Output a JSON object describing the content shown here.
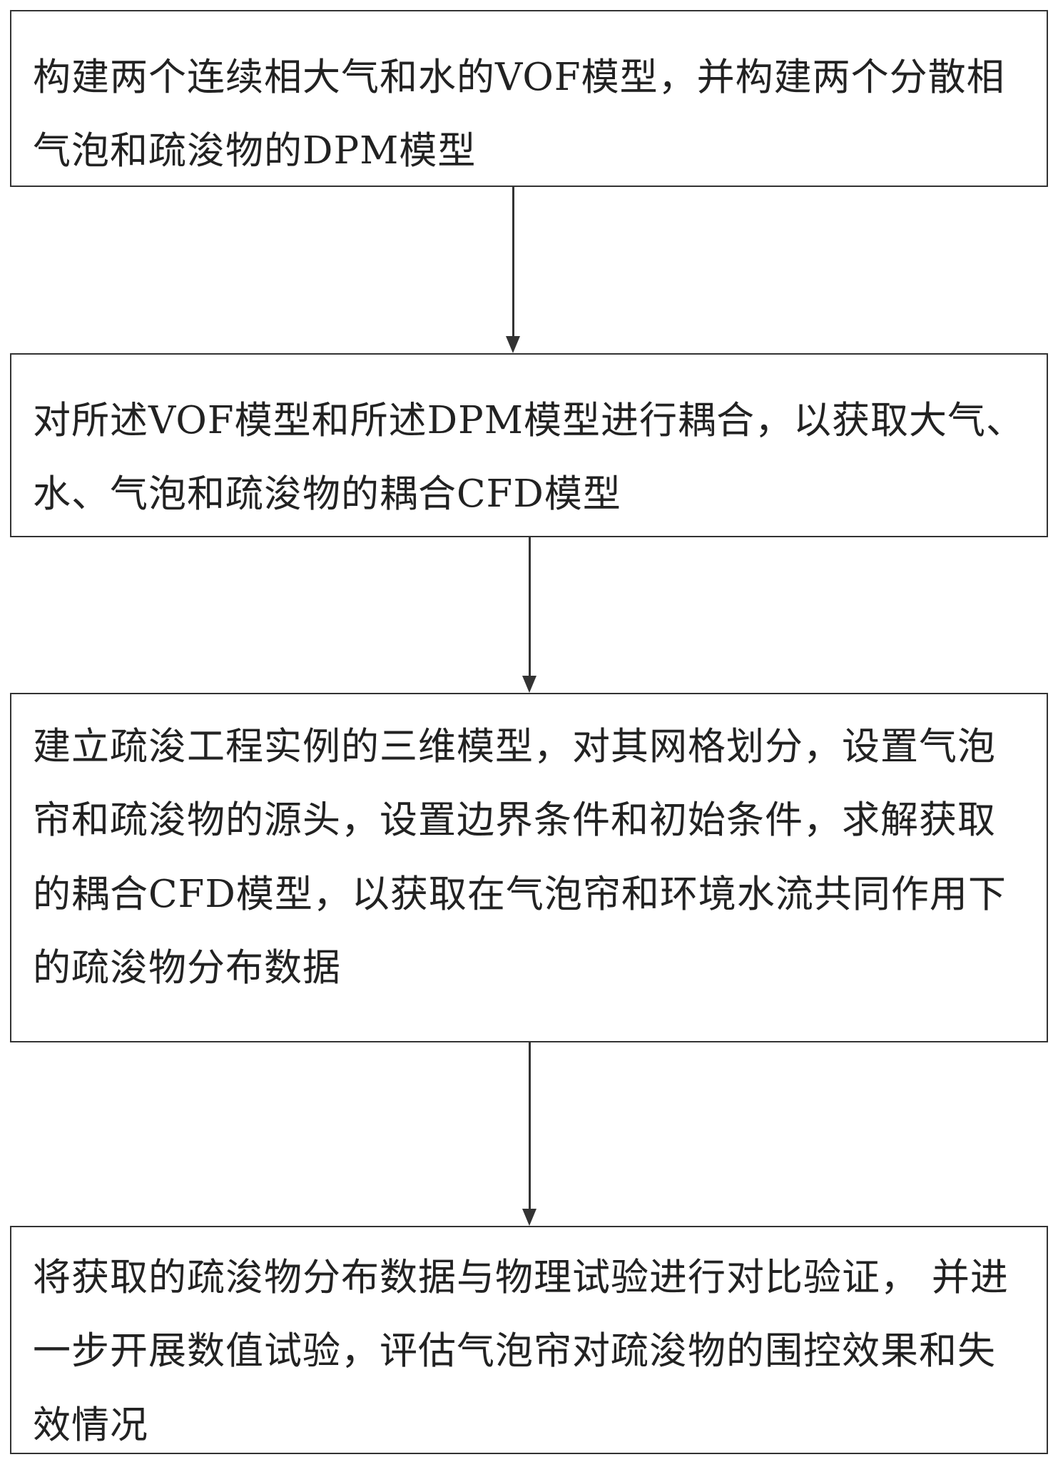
{
  "flowchart": {
    "steps": [
      {
        "text": "构建两个连续相大气和水的VOF模型，并构建两个分散相气泡和疏浚物的DPM模型"
      },
      {
        "text": "对所述VOF模型和所述DPM模型进行耦合，以获取大气、水、气泡和疏浚物的耦合CFD模型"
      },
      {
        "text": "建立疏浚工程实例的三维模型，对其网格划分，设置气泡帘和疏浚物的源头，设置边界条件和初始条件，求解获取的耦合CFD模型，以获取在气泡帘和环境水流共同作用下的疏浚物分布数据"
      },
      {
        "text": "将获取的疏浚物分布数据与物理试验进行对比验证， 并进一步开展数值试验，评估气泡帘对疏浚物的围控效果和失效情况"
      }
    ],
    "colors": {
      "line": "#333333",
      "text": "#222222",
      "background": "#ffffff"
    }
  }
}
